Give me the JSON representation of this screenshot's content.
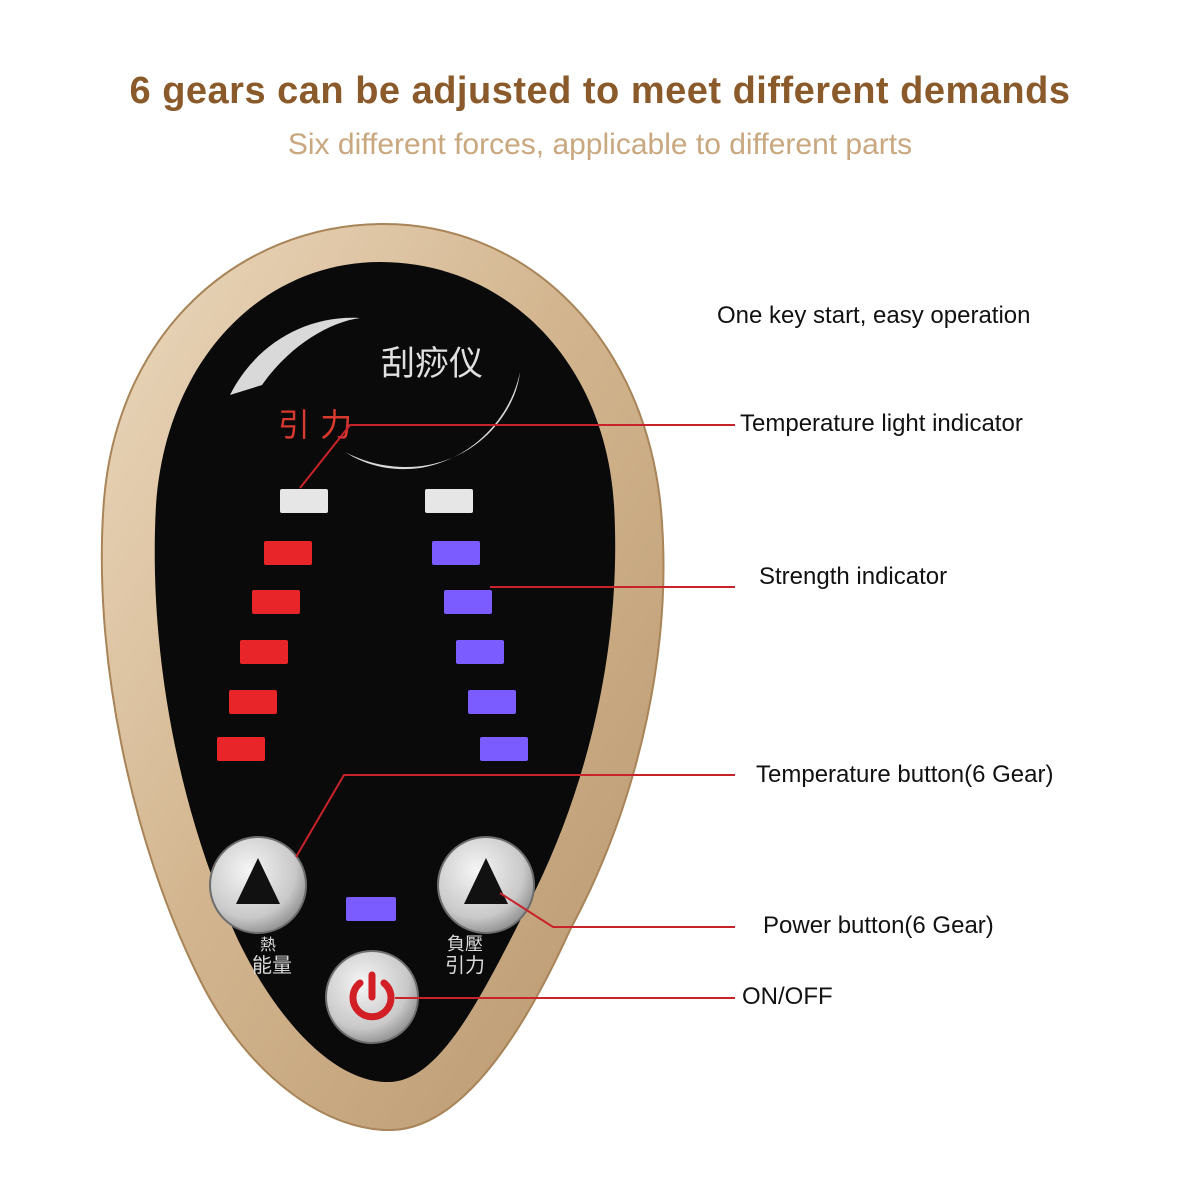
{
  "header": {
    "title": "6 gears can be adjusted to meet different demands",
    "subtitle": "Six different forces, applicable to different parts"
  },
  "device": {
    "brand_text": "刮痧仪",
    "mode_text": "引 力",
    "left_button_label_top": "熱",
    "left_button_label_bottom": "能量",
    "right_button_label_top": "負壓",
    "right_button_label_bottom": "引力",
    "temperature_level": 5,
    "strength_level": 5,
    "total_levels": 6
  },
  "callouts": {
    "one_key": "One key start, easy operation",
    "temperature_light": "Temperature light indicator",
    "strength": "Strength indicator",
    "temperature_button": "Temperature button(6 Gear)",
    "power_button": "Power button(6 Gear)",
    "on_off": "ON/OFF"
  },
  "colors": {
    "title": "#8a5a2b",
    "subtitle": "#c9a77f",
    "shell_gold": "#d6bb98",
    "panel_black": "#0a0a0a",
    "temp_led": "#e8262a",
    "strength_led": "#7b5cff",
    "idle_led": "#e6e6e6",
    "leader_line": "#c8232a",
    "power_icon": "#d21f26"
  },
  "icons": [
    "up-triangle-icon",
    "power-icon"
  ]
}
